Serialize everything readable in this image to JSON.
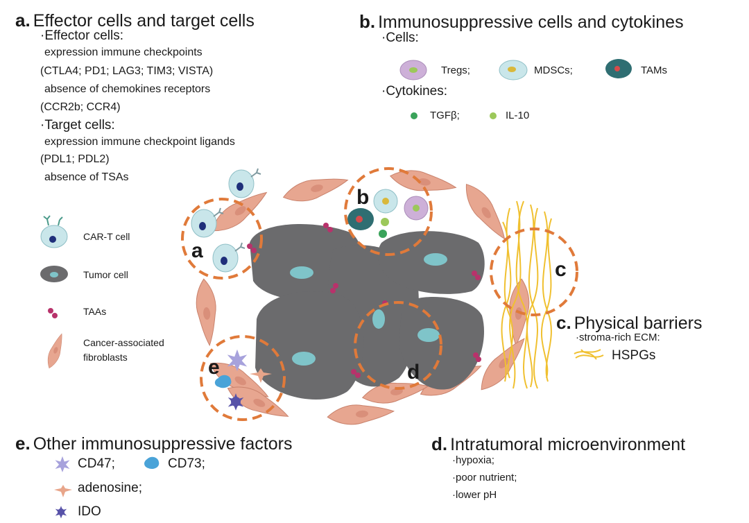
{
  "panel_a": {
    "letter": "a.",
    "title": "Effector cells and target cells",
    "effector_heading": "·Effector cells:",
    "line1": "expression immune checkpoints",
    "line2": "(CTLA4; PD1; LAG3; TIM3; VISTA)",
    "line3": "absence of chemokines receptors",
    "line4": "(CCR2b; CCR4)",
    "target_heading": "·Target cells:",
    "line5": "expression immune checkpoint ligands",
    "line6": "(PDL1; PDL2)",
    "line7": "absence of TSAs"
  },
  "panel_b": {
    "letter": "b.",
    "title": "Immunosuppressive cells and cytokines",
    "cells_heading": "·Cells:",
    "cell_items": [
      "Tregs;",
      "MDSCs;",
      "TAMs"
    ],
    "cytokines_heading": "·Cytokines:",
    "cytokine_items": [
      "TGFβ;",
      "IL-10"
    ]
  },
  "panel_c": {
    "letter": "c.",
    "title": "Physical barriers",
    "line1": "·stroma-rich ECM:",
    "line2": "HSPGs"
  },
  "panel_d": {
    "letter": "d.",
    "title": "Intratumoral microenvironment",
    "items": [
      "·hypoxia;",
      "·poor nutrient;",
      "·lower pH"
    ]
  },
  "panel_e": {
    "letter": "e.",
    "title": "Other immunosuppressive factors",
    "items": [
      "CD47;",
      "CD73;",
      "adenosine;",
      "IDO"
    ]
  },
  "legend": {
    "items": [
      "CAR-T cell",
      "Tumor cell",
      "TAAs",
      "Cancer-associated",
      "fibroblasts"
    ]
  },
  "circle_labels": [
    "a",
    "b",
    "c",
    "d",
    "e"
  ],
  "colors": {
    "tumor": "#6b6b6d",
    "nucleus_cyan": "#7fc4c9",
    "cart_body": "#c9e6ea",
    "cart_nucleus": "#1f2f7a",
    "fibroblast": "#e7a690",
    "circle": "#e07a3a",
    "taa": "#b8326b",
    "ecm": "#f0c030",
    "treg": "#cdb0d8",
    "tam": "#2f6e72",
    "tgfb": "#3aa35a",
    "il10": "#9cc85a",
    "cd47": "#a7a2dc",
    "cd73": "#4aa3d8",
    "adenosine": "#e8a58a",
    "ido": "#5752a8"
  }
}
